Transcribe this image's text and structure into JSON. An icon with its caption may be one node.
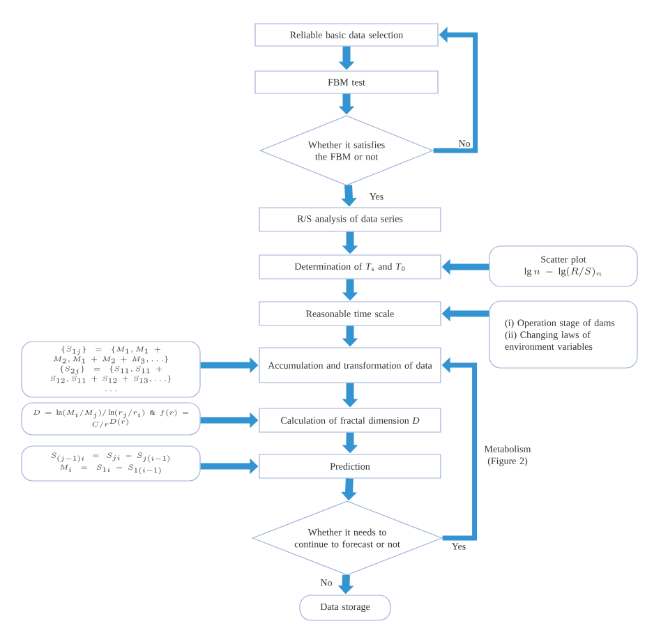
{
  "diagram": {
    "nodes": [
      {
        "text": [
          "Reliable basic data selection"
        ]
      },
      {
        "text": [
          "FBM test"
        ]
      },
      {
        "text": [
          "Whether it satisfies the FBM or not"
        ]
      },
      {
        "text": [
          "R/S analysis of data series"
        ]
      },
      {
        "text": [
          "Determination of *T*$_{s}$ and *T*$_{0}$"
        ]
      },
      {
        "text": [
          "Reasonable time scale"
        ]
      },
      {
        "text": [
          "Accumulation and transformation of data"
        ]
      },
      {
        "text": [
          "Calculation of fractal dimension *D*"
        ]
      },
      {
        "text": [
          "Prediction"
        ]
      },
      {
        "text": [
          "Whether it needs to continue to forecast or not"
        ]
      },
      {
        "text": [
          "Data storage"
        ]
      },
      {
        "text": [
          "Scatter plot",
          "\\lg n - \\lg(R/S)_n"
        ]
      },
      {
        "text": [
          "(i) Operation stage of dams",
          "(ii) Changing laws of environment variables"
        ]
      },
      {
        "text": [
          "\\{S_{1j}\\} = \\{M_1, M_1 + M_2, M_1 + M_2 + M_3, \\ldots\\}",
          "\\{S_{2j}\\} = \\{S_{11}, S_{11} + S_{12}, S_{11} + S_{12} + S_{13}, \\ldots\\}",
          "\\cdots"
        ]
      },
      {
        "text": [
          "D = \\ln(M_i / M_j)/\\ln(r_j / r_i) \\;\\&\\; f(r) = C/r^{D(r)}"
        ]
      },
      {
        "text": [
          "S_{(j-1)i} = S_{ji} - S_{j(i-1)}",
          "M_i = S_{1i} - S_{1(i-1)}"
        ]
      }
    ],
    "edges": [
      {
        "from": 0,
        "to": 1,
        "arrow": "to"
      },
      {
        "from": 1,
        "to": 2,
        "arrow": "to"
      },
      {
        "from": 2,
        "to": 3,
        "arrow": "to",
        "label": "Yes"
      },
      {
        "from": 2,
        "to": 0,
        "arrow": "to",
        "label": "No"
      },
      {
        "from": 3,
        "to": 4,
        "arrow": "to"
      },
      {
        "from": 4,
        "to": 5,
        "arrow": "to"
      },
      {
        "from": 5,
        "to": 6,
        "arrow": "to"
      },
      {
        "from": 6,
        "to": 7,
        "arrow": "to"
      },
      {
        "from": 7,
        "to": 8,
        "arrow": "to"
      },
      {
        "from": 8,
        "to": 9,
        "arrow": "to"
      },
      {
        "from": 9,
        "to": 10,
        "arrow": "to",
        "label": "No"
      },
      {
        "from": 9,
        "to": 6,
        "arrow": "to",
        "label": "Yes"
      },
      {
        "from": 11,
        "to": 4,
        "arrow": "to"
      },
      {
        "from": 12,
        "to": 5,
        "arrow": "to"
      },
      {
        "from": 13,
        "to": 6,
        "arrow": "to"
      },
      {
        "from": 14,
        "to": 7,
        "arrow": "to"
      },
      {
        "from": 15,
        "to": 8,
        "arrow": "to"
      }
    ],
    "labels": [
      "Metabolism (Figure 2)"
    ]
  }
}
